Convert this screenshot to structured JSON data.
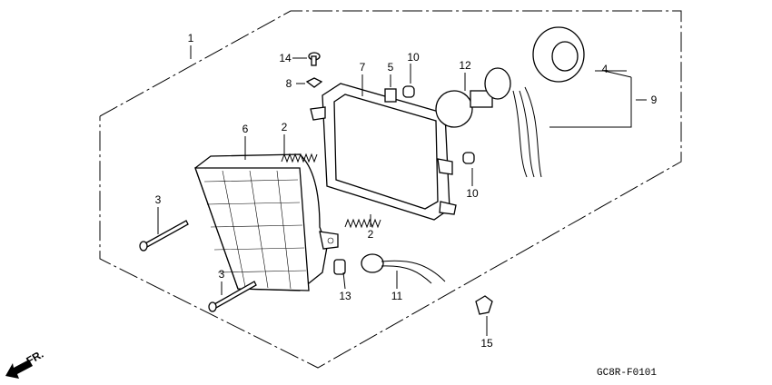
{
  "diagram": {
    "callouts": {
      "c1": "1",
      "c14": "14",
      "c8": "8",
      "c7": "7",
      "c5": "5",
      "c10a": "10",
      "c12": "12",
      "c4": "4",
      "c9": "9",
      "c6": "6",
      "c2a": "2",
      "c3a": "3",
      "c10b": "10",
      "c2b": "2",
      "c3b": "3",
      "c13": "13",
      "c11": "11",
      "c15": "15"
    },
    "front_indicator": "FR.",
    "diagram_code": "GC8R-F0101"
  }
}
